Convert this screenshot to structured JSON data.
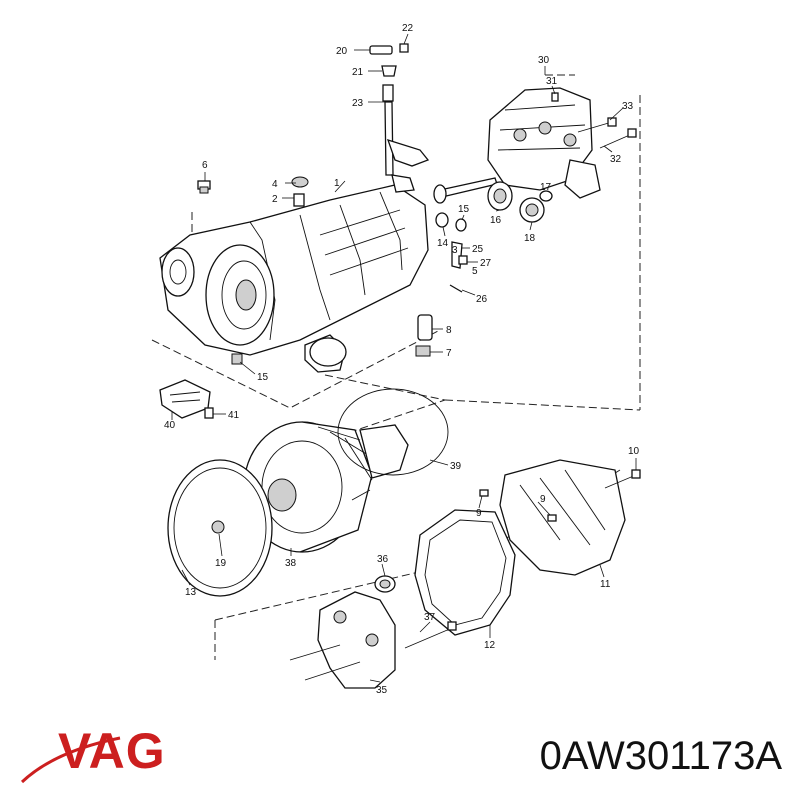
{
  "brand": {
    "logo": "VAG",
    "color": "#cc1f1f"
  },
  "part_number": "0AW301173A",
  "callouts": [
    "1",
    "2",
    "3",
    "4",
    "5",
    "6",
    "7",
    "8",
    "9",
    "10",
    "11",
    "12",
    "13",
    "14",
    "15",
    "16",
    "17",
    "18",
    "19",
    "20",
    "21",
    "22",
    "23",
    "25",
    "26",
    "27",
    "30",
    "31",
    "32",
    "33",
    "35",
    "36",
    "37",
    "38",
    "39",
    "40",
    "41"
  ]
}
